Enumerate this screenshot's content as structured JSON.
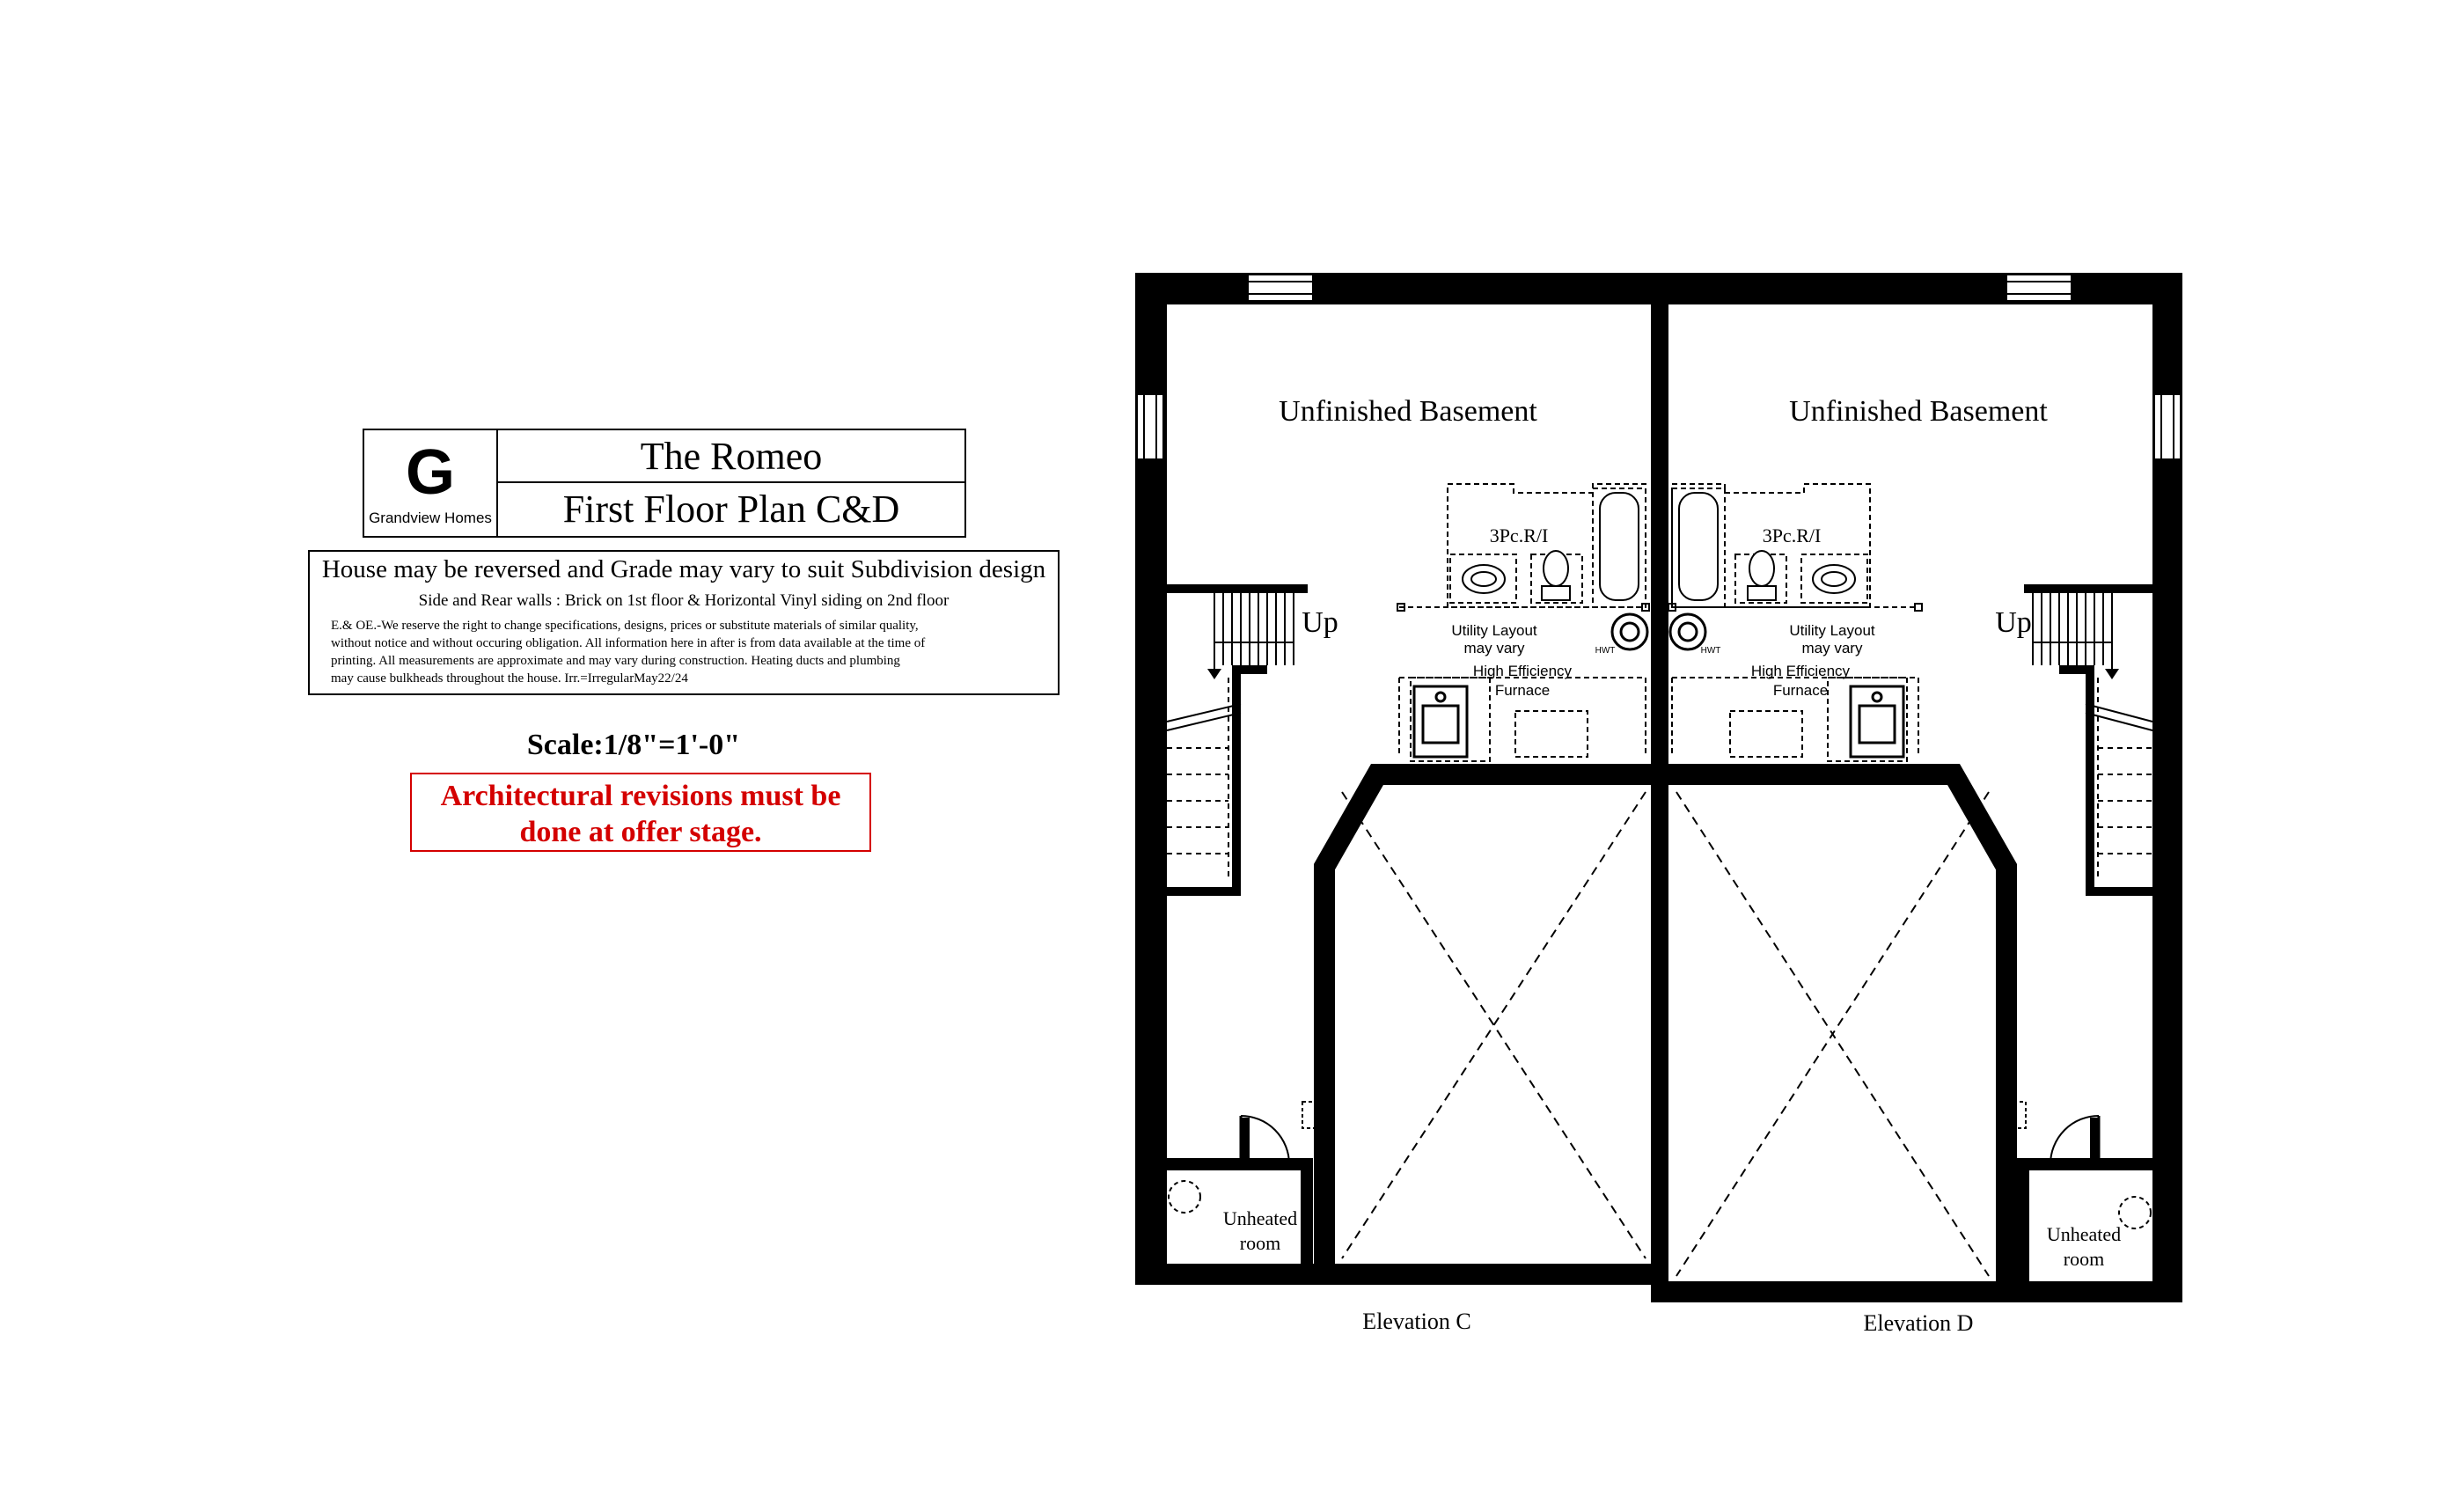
{
  "logo": {
    "letter": "G",
    "company": "Grandview Homes"
  },
  "title_block": {
    "model_name": "The Romeo",
    "plan_name": "First Floor Plan C&D"
  },
  "notes": {
    "heading": "House may be reversed and Grade may vary to suit Subdivision design",
    "materials": "Side and Rear walls : Brick on 1st floor & Horizontal Vinyl siding on 2nd floor",
    "disclaimer_lines": [
      "E.& OE.-We reserve the right to change specifications, designs, prices or substitute materials of similar quality,",
      "without notice and without occuring obligation.  All information here in after is from data available at the time of",
      " printing. All measurements are approximate and may vary during construction. Heating ducts and plumbing",
      "may cause bulkheads throughout the house. Irr.=IrregularMay22/24"
    ]
  },
  "scale": "Scale:1/8\"=1'-0\"",
  "revision_note": {
    "line1": "Architectural revisions must be",
    "line2": "done at offer stage.",
    "color": "#d40000"
  },
  "plan": {
    "left_unit": {
      "room": "Unfinished Basement",
      "bath_rough_in": "3Pc.R/I",
      "stair": "Up",
      "utility_line1": "Utility Layout",
      "utility_line2": "may vary",
      "furnace_line1": "High Efficiency",
      "furnace_line2": "Furnace",
      "water_heater": "HWT",
      "unheated_line1": "Unheated",
      "unheated_line2": "room",
      "elevation": "Elevation C"
    },
    "right_unit": {
      "room": "Unfinished Basement",
      "bath_rough_in": "3Pc.R/I",
      "stair": "Up",
      "utility_line1": "Utility Layout",
      "utility_line2": "may vary",
      "furnace_line1": "High Efficiency",
      "furnace_line2": "Furnace",
      "water_heater": "HWT",
      "unheated_line1": "Unheated",
      "unheated_line2": "room",
      "elevation": "Elevation D"
    }
  }
}
